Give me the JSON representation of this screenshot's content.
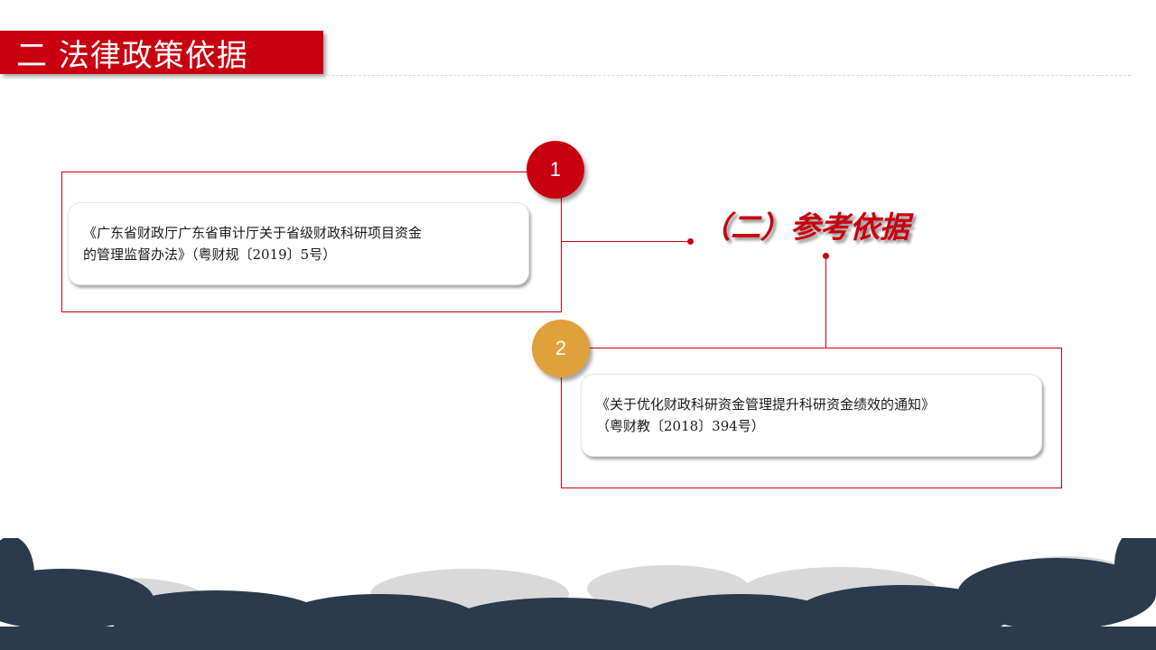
{
  "header": {
    "title": "二  法律政策依据"
  },
  "center": {
    "heading": "（二）参考依据"
  },
  "items": [
    {
      "number": "1",
      "text": "《广东省财政厅广东省审计厅关于省级财政科研项目资金\n的管理监督办法》（粤财规〔2019〕5号）"
    },
    {
      "number": "2",
      "text": "《关于优化财政科研资金管理提升科研资金绩效的通知》\n（粤财教〔2018〕394号）"
    }
  ],
  "colors": {
    "primary_red": "#c8000f",
    "accent_gold": "#e0a03a",
    "cloud_dark": "#2b3a4c",
    "cloud_light": "#d9d9d9"
  }
}
